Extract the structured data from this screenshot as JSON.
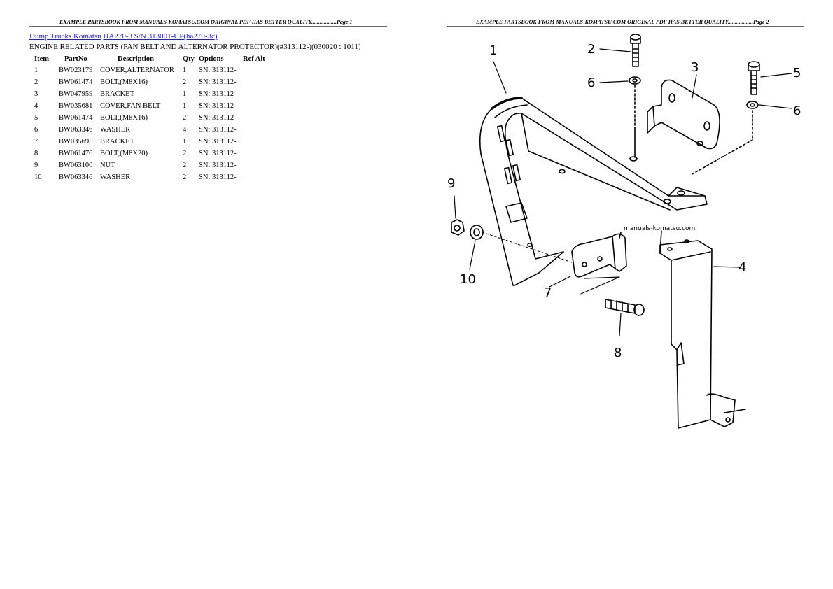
{
  "left_page": {
    "banner": "EXAMPLE PARTSBOOK FROM MANUALS-KOMATSU.COM ORIGINAL PDF HAS BETTER QUALITY..................Page 1",
    "breadcrumb": {
      "link1": "Dump Trucks Komatsu",
      "link2": "HA270-3 S/N 313001-UP(ha270-3c)"
    },
    "section_title": "ENGINE RELATED PARTS (FAN BELT AND ALTERNATOR PROTECTOR)(#313112-)(030020 : 1011)",
    "table": {
      "headers": [
        "Item",
        "PartNo",
        "Description",
        "Qty",
        "Options",
        "Ref Alt"
      ],
      "rows": [
        [
          "1",
          "BW023179",
          "COVER,ALTERNATOR",
          "1",
          "SN: 313112-",
          ""
        ],
        [
          "2",
          "BW061474",
          "BOLT,(M8X16)",
          "2",
          "SN: 313112-",
          ""
        ],
        [
          "3",
          "BW047959",
          "BRACKET",
          "1",
          "SN: 313112-",
          ""
        ],
        [
          "4",
          "BW035681",
          "COVER,FAN BELT",
          "1",
          "SN: 313112-",
          ""
        ],
        [
          "5",
          "BW061474",
          "BOLT,(M8X16)",
          "2",
          "SN: 313112-",
          ""
        ],
        [
          "6",
          "BW063346",
          "WASHER",
          "4",
          "SN: 313112-",
          ""
        ],
        [
          "7",
          "BW035695",
          "BRACKET",
          "1",
          "SN: 313112-",
          ""
        ],
        [
          "8",
          "BW061476",
          "BOLT,(M8X20)",
          "2",
          "SN: 313112-",
          ""
        ],
        [
          "9",
          "BW063100",
          "NUT",
          "2",
          "SN: 313112-",
          ""
        ],
        [
          "10",
          "BW063346",
          "WASHER",
          "2",
          "SN: 313112-",
          ""
        ]
      ]
    }
  },
  "right_page": {
    "banner": "EXAMPLE PARTSBOOK FROM MANUALS-KOMATSU.COM ORIGINAL PDF HAS BETTER QUALITY..................Page 2",
    "watermark": "manuals-komatsu.com",
    "callouts": [
      "1",
      "2",
      "3",
      "4",
      "5",
      "6",
      "6",
      "7",
      "8",
      "9",
      "10"
    ]
  }
}
